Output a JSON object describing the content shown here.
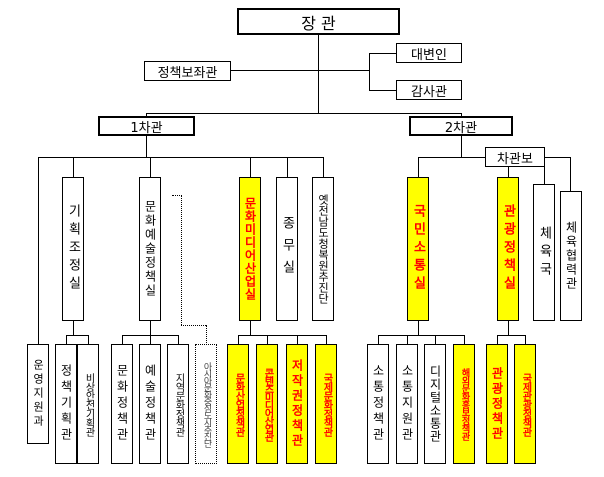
{
  "minister": "장 관",
  "minister_staff": {
    "policy_advisor": "정책보좌관",
    "spokesperson": "대변인",
    "inspector": "감사관"
  },
  "vice_minister_1": "1차관",
  "vice_minister_2": "2차관",
  "vice_assistant": "차관보",
  "offices": {
    "planning": "기획조정실",
    "culture_arts": "문화예술정책실",
    "media": "문화미디어산업실",
    "religion": "종무실",
    "yeonghoenamdo": "옛전남도청복원추진단",
    "communication": "국민소통실",
    "tourism": "관광정책실",
    "sports": "체육국",
    "sports_coop": "체육협력관"
  },
  "bureaus": {
    "operations_support": "운영지원과",
    "policy_planning": "정책기획관",
    "emergency_safety": "비상안전기획관",
    "culture_policy": "문화정책관",
    "arts_policy": "예술정책관",
    "regional_culture": "지역문화정책관",
    "asia_culture_hub": "아시아문화중심도시추진단",
    "culture_industry": "문화산업정책관",
    "content_policy": "콘텐츠미디어산업관",
    "copyright": "저작권정책관",
    "intl_culture": "국제문화정책관",
    "communication_policy": "소통정책관",
    "communication_support": "소통지원관",
    "digital_communication": "디지털소통관",
    "overseas_culture": "해외문화홍보정책관",
    "tourism_policy": "관광정책관",
    "intl_tourism": "국제관광정책관"
  },
  "colors": {
    "highlight_fill": "#ffff00",
    "highlight_text": "#ff0000",
    "line": "#000000"
  }
}
